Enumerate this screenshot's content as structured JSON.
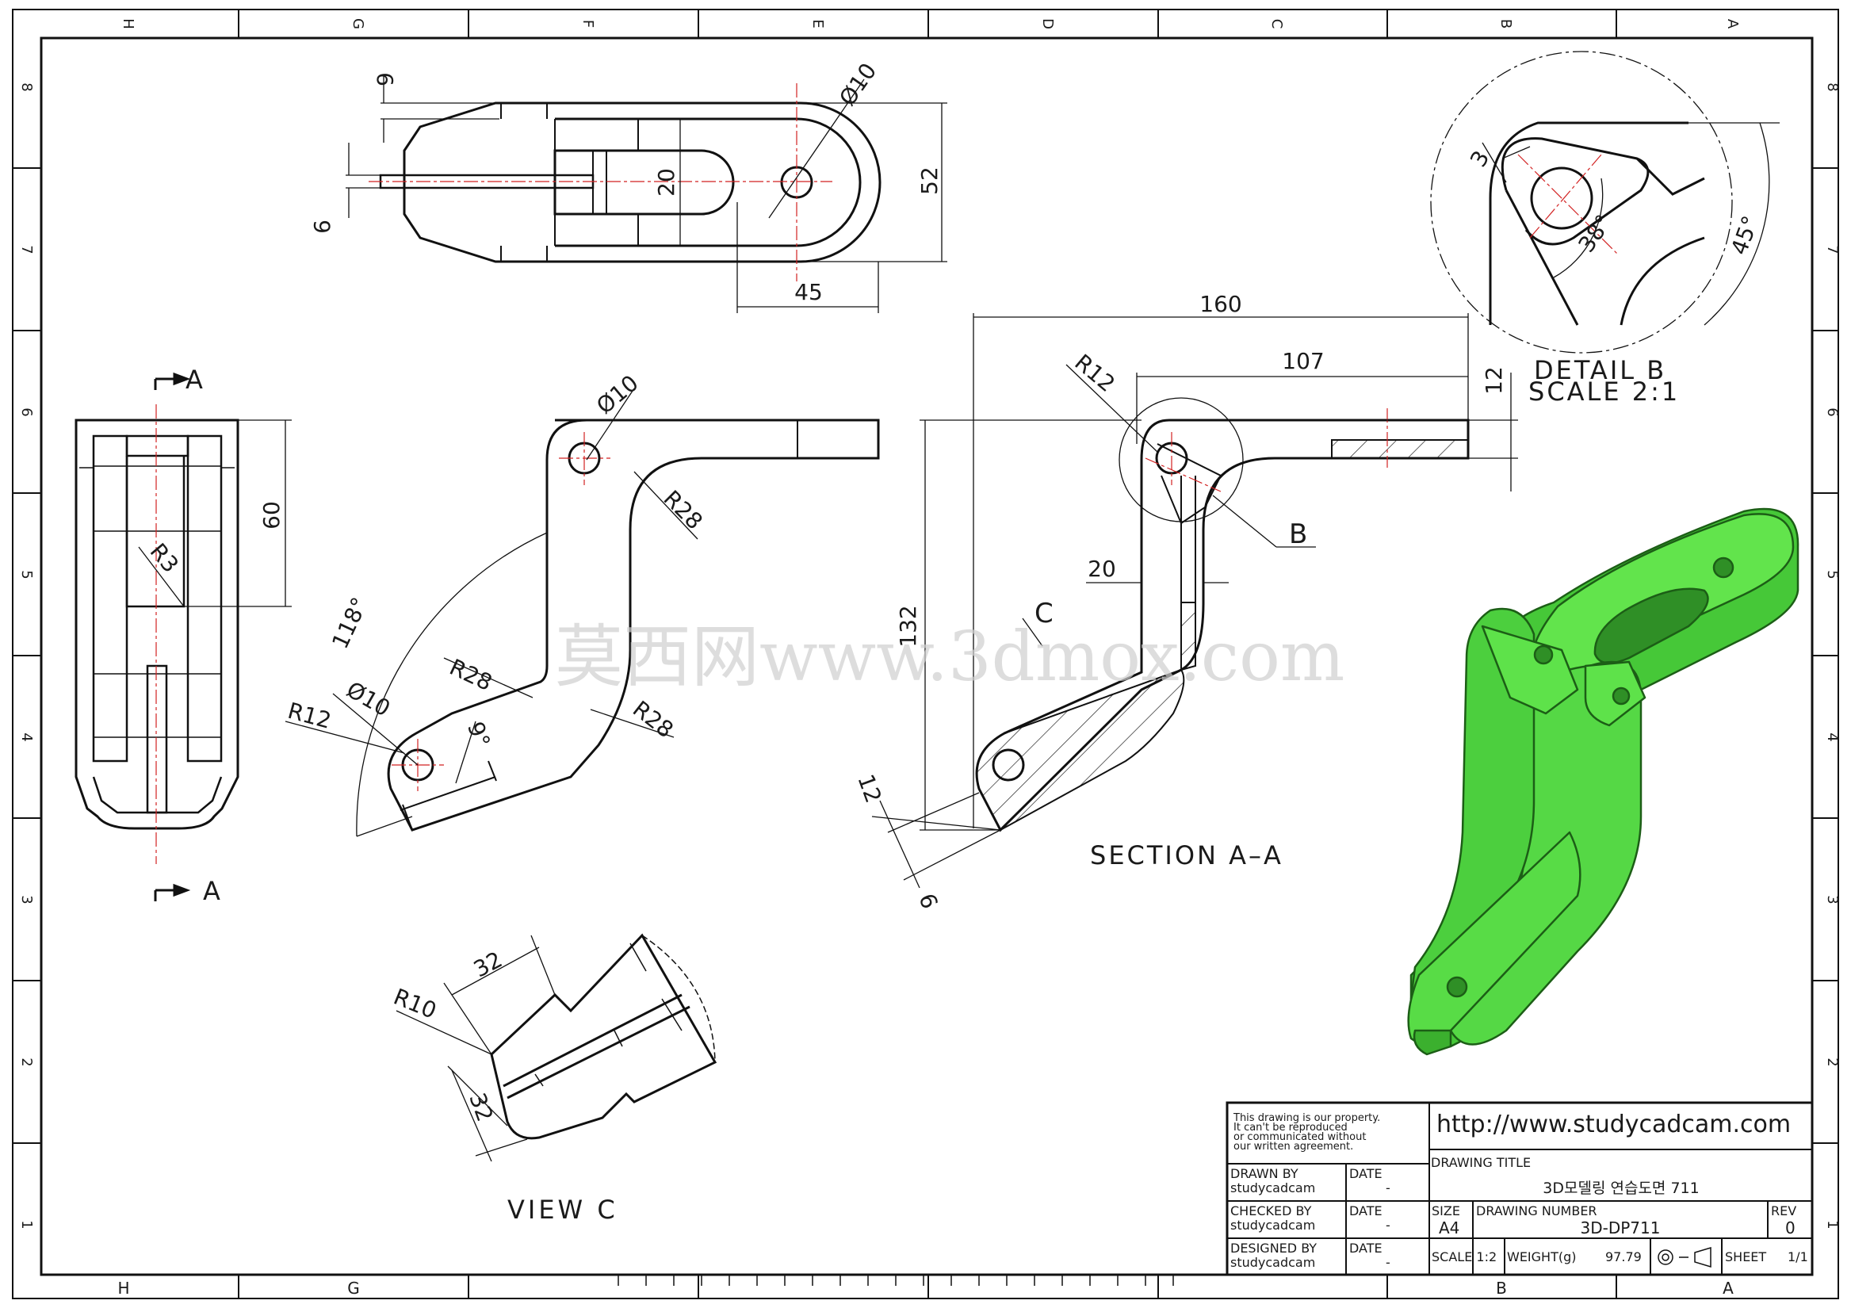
{
  "border": {
    "columns": [
      "H",
      "G",
      "F",
      "E",
      "D",
      "C",
      "B",
      "A"
    ],
    "rows": [
      "8",
      "7",
      "6",
      "5",
      "4",
      "3",
      "2",
      "1"
    ]
  },
  "views": {
    "top": {
      "dims": [
        "6",
        "6",
        "20",
        "52",
        "45",
        "Ø10"
      ]
    },
    "left": {
      "section_marker": "A",
      "dims": [
        "60",
        "R3"
      ]
    },
    "front": {
      "dims": [
        "Ø10",
        "R28",
        "118°",
        "R28",
        "R28",
        "Ø10",
        "R12",
        "9°"
      ]
    },
    "section": {
      "title": "SECTION A–A",
      "dims": [
        "160",
        "107",
        "R12",
        "12",
        "20",
        "132",
        "12",
        "6"
      ],
      "labels": [
        "B",
        "C"
      ]
    },
    "detail": {
      "title_line1": "DETAIL B",
      "title_line2": "SCALE 2:1",
      "dims": [
        "3",
        "38°",
        "45°"
      ]
    },
    "view_c": {
      "title": "VIEW C",
      "dims": [
        "32",
        "R10",
        "32"
      ]
    }
  },
  "watermark": "莫西网www.3dmox.com",
  "title_block": {
    "notice": [
      "This drawing is our property.",
      "It can't be reproduced",
      "or communicated without",
      "our written agreement."
    ],
    "url": "http://www.studycadcam.com",
    "drawing_title_label": "DRAWING TITLE",
    "drawing_title": "3D모델링 연습도면 711",
    "drawn_by_label": "DRAWN BY",
    "drawn_by": "studycadcam",
    "checked_by_label": "CHECKED BY",
    "checked_by": "studycadcam",
    "designed_by_label": "DESIGNED BY",
    "designed_by": "studycadcam",
    "date_label": "DATE",
    "date_value": "-",
    "size_label": "SIZE",
    "size": "A4",
    "drawing_number_label": "DRAWING NUMBER",
    "drawing_number": "3D-DP711",
    "rev_label": "REV",
    "rev": "0",
    "scale_label": "SCALE 1:2",
    "weight_label": "WEIGHT(g)",
    "weight": "97.79",
    "sheet_label": "SHEET",
    "sheet": "1/1"
  },
  "colors": {
    "line": "#111111",
    "center_line": "#d22222",
    "model_green": "#55dd44",
    "model_dark": "#2c8f24",
    "watermark": "#d8d8d8"
  }
}
